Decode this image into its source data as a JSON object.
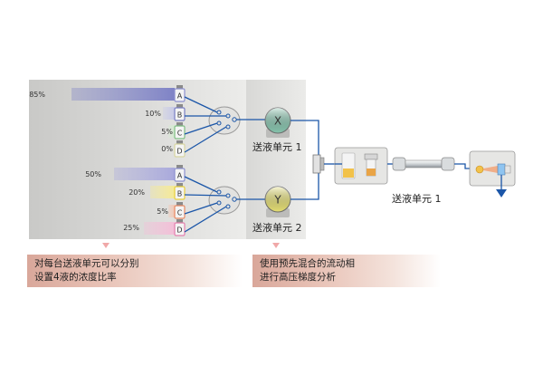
{
  "group1": {
    "bars": [
      {
        "pct": "85%",
        "letter": "A",
        "value": 0.85,
        "color": "#7f83c6",
        "bottle": "#8d90cf"
      },
      {
        "pct": "10%",
        "letter": "B",
        "value": 0.1,
        "color": "#c8cae8",
        "bottle": "#7a7fc4"
      },
      {
        "pct": "5%",
        "letter": "C",
        "value": 0.05,
        "color": "#d6ead2",
        "bottle": "#7fbf83"
      },
      {
        "pct": "0%",
        "letter": "D",
        "value": 0.0,
        "color": "#eeeeee",
        "bottle": "#d8d5a0"
      }
    ],
    "unit_label": "送液单元 1",
    "pump_letter": "X",
    "pump_color": "#8fd0b8"
  },
  "group2": {
    "bars": [
      {
        "pct": "50%",
        "letter": "A",
        "value": 0.5,
        "color": "#a9a9dc",
        "bottle": "#8d90cf"
      },
      {
        "pct": "20%",
        "letter": "B",
        "value": 0.2,
        "color": "#f5ea96",
        "bottle": "#e8cf3a"
      },
      {
        "pct": "5%",
        "letter": "C",
        "value": 0.05,
        "color": "#f3c9b6",
        "bottle": "#e88a63"
      },
      {
        "pct": "25%",
        "letter": "D",
        "value": 0.25,
        "color": "#f3bfd8",
        "bottle": "#e57fae"
      }
    ],
    "unit_label": "送液单元 2",
    "pump_letter": "Y",
    "pump_color": "#f3ec7a"
  },
  "right_unit_label": "送液单元 1",
  "caption1": {
    "line1": "对每台送液单元可以分别",
    "line2": "设置4液的浓度比率"
  },
  "caption2": {
    "line1": "使用预先混合的流动相",
    "line2": "进行高压梯度分析"
  },
  "colors": {
    "line": "#1b56a8",
    "panel": "#d5d5d3",
    "arrow_marker": "#f0a8a8"
  }
}
